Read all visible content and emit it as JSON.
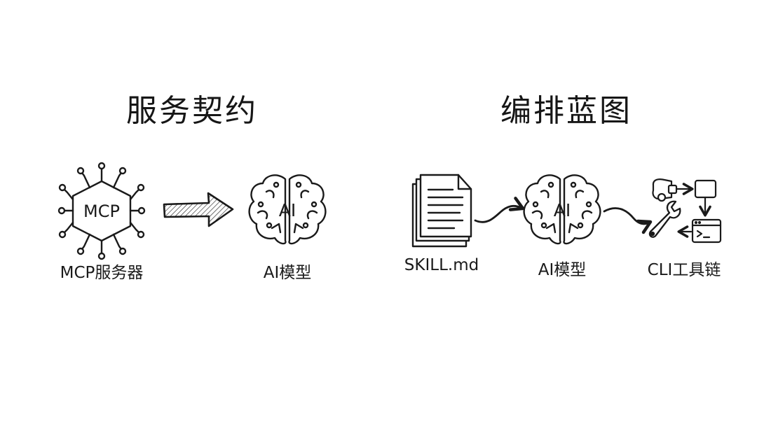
{
  "sections": {
    "left": {
      "title": "服务契约",
      "mcp_badge": "MCP",
      "source_label": "MCP服务器",
      "brain_badge": "AI",
      "target_label": "AI模型"
    },
    "right": {
      "title": "编排蓝图",
      "doc_label": "SKILL.md",
      "brain_badge": "AI",
      "model_label": "AI模型",
      "tools_label": "CLI工具链"
    }
  },
  "icons": [
    "mcp-hexagon-icon",
    "thick-arrow-icon",
    "brain-icon",
    "document-stack-icon",
    "curved-arrow-icon",
    "flowchart-icon",
    "wrench-icon",
    "terminal-icon"
  ],
  "colors": {
    "ink": "#1a1a1a",
    "background": "#ffffff"
  }
}
